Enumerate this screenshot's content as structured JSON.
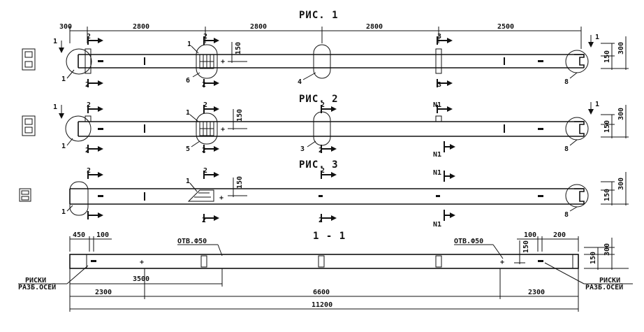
{
  "figures": [
    {
      "title": "РИС. 1"
    },
    {
      "title": "РИС. 2"
    },
    {
      "title": "РИС. 3"
    },
    {
      "title": "1 - 1"
    }
  ],
  "fig1": {
    "dims": [
      "300",
      "2800",
      "2800",
      "2800",
      "2500"
    ],
    "markers": [
      "1",
      "2",
      "2",
      "3",
      "1"
    ],
    "markers_bottom": [
      "2",
      "2",
      "3"
    ],
    "callouts": [
      "1",
      "1",
      "6",
      "4",
      "8"
    ],
    "dim_150": "150",
    "right_dims": [
      "150",
      "300"
    ]
  },
  "fig2": {
    "markers": [
      "1",
      "2",
      "2",
      "2",
      "N1",
      "1"
    ],
    "markers_bottom": [
      "2",
      "2",
      "2",
      "N1"
    ],
    "callouts": [
      "1",
      "1",
      "5",
      "3",
      "8"
    ],
    "dim_150": "150",
    "right_dims": [
      "150",
      "300"
    ]
  },
  "fig3": {
    "markers": [
      "2",
      "2",
      "2",
      "N1"
    ],
    "markers_bottom": [
      "2",
      "2",
      "N1"
    ],
    "callouts": [
      "1",
      "1",
      "8"
    ],
    "dim_150": "150",
    "right_dims": [
      "150",
      "300"
    ]
  },
  "section": {
    "top_dims": [
      "450",
      "100",
      "100",
      "200"
    ],
    "hole_label": "ОТВ.Ф50",
    "hole_label_right": "ОТВ.Ф50",
    "dim_150_right": "150",
    "right_dims": [
      "150",
      "300"
    ],
    "marks_left": [
      "РИСКИ",
      "РАЗБ.ОСЕЙ"
    ],
    "marks_right": [
      "РИСКИ",
      "РАЗБ.ОСЕЙ"
    ],
    "dim_3500": "3500",
    "bottom_dims": [
      "2300",
      "6600",
      "2300"
    ],
    "total": "11200"
  }
}
